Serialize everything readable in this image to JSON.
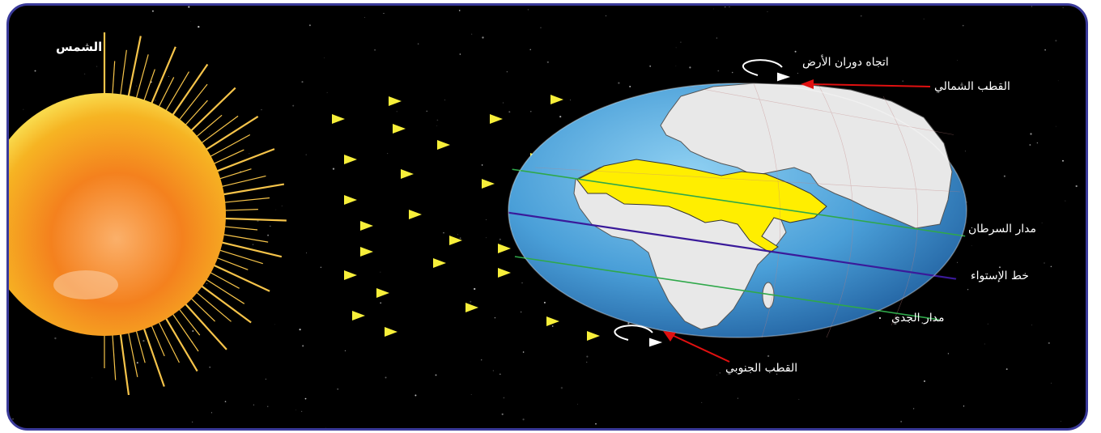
{
  "labels": {
    "sun": "الشمس",
    "rotation_direction": "اتجاه دوران الأرض",
    "north_pole": "القطب الشمالي",
    "tropic_of_cancer": "مدار السرطان",
    "equator": "خط الإستواء",
    "tropic_of_capricorn": "مدار الجدي",
    "south_pole": "القطب الجنوبي"
  },
  "colors": {
    "frame_border": "#3a3a9a",
    "space": "#000000",
    "ocean": "#4a9fd8",
    "land": "#e6e6e6",
    "highlighted_region": "#ffee00",
    "equator_line": "#3a1a9a",
    "tropic_lines": "#2fa84a",
    "pole_arrows": "#e01010",
    "sunlight_arrows": "#f5e62a"
  }
}
